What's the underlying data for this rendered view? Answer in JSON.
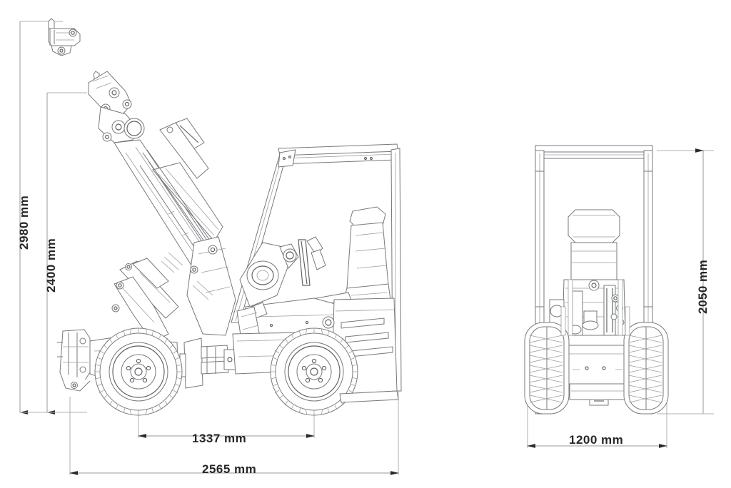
{
  "document": {
    "type": "technical-dimensional-drawing",
    "subject": "Compact articulated wheel loader",
    "views": [
      "side-elevation",
      "front-elevation"
    ],
    "background_color": "#ffffff",
    "line_color": "#77797c",
    "text_color": "#262626"
  },
  "dimensions": {
    "overall_height_max": {
      "value": "2980 mm",
      "number": 2980,
      "unit": "mm",
      "orientation": "vertical",
      "view": "side-elevation",
      "describes": "maximum lift height to attachment coupler pin"
    },
    "height_secondary": {
      "value": "2400 mm",
      "number": 2400,
      "unit": "mm",
      "orientation": "vertical",
      "view": "side-elevation",
      "describes": "height to boom pivot / hinge pin"
    },
    "wheelbase": {
      "value": "1337 mm",
      "number": 1337,
      "unit": "mm",
      "orientation": "horizontal",
      "view": "side-elevation",
      "describes": "wheelbase between front and rear axle centres"
    },
    "overall_length": {
      "value": "2565 mm",
      "number": 2565,
      "unit": "mm",
      "orientation": "horizontal",
      "view": "side-elevation",
      "describes": "overall machine length"
    },
    "overall_width": {
      "value": "1200 mm",
      "number": 1200,
      "unit": "mm",
      "orientation": "horizontal",
      "view": "front-elevation",
      "describes": "overall machine width over tyres"
    },
    "cab_height": {
      "value": "2050 mm",
      "number": 2050,
      "unit": "mm",
      "orientation": "vertical",
      "view": "front-elevation",
      "describes": "overall height to top of ROPS canopy"
    }
  },
  "components": {
    "side_view": [
      {
        "name": "quick-coupler-detail",
        "label": "attachment quick coupler at maximum height"
      },
      {
        "name": "loader-boom",
        "label": "telescopic loader boom raised"
      },
      {
        "name": "lift-cylinder",
        "label": "lift hydraulic cylinder"
      },
      {
        "name": "tilt-cylinder",
        "label": "tilt hydraulic cylinder"
      },
      {
        "name": "rops-canopy",
        "label": "ROPS / FOPS canopy"
      },
      {
        "name": "operator-seat",
        "label": "operator seat"
      },
      {
        "name": "steering-wheel",
        "label": "steering wheel"
      },
      {
        "name": "dashboard",
        "label": "instrument panel"
      },
      {
        "name": "front-wheel",
        "label": "front wheel and tyre"
      },
      {
        "name": "rear-wheel",
        "label": "rear wheel and tyre"
      },
      {
        "name": "articulation-joint",
        "label": "centre articulation joint"
      },
      {
        "name": "engine-cover-vents",
        "label": "engine compartment louvres"
      },
      {
        "name": "attachment-plate",
        "label": "front attachment carrier plate"
      }
    ],
    "front_view": [
      {
        "name": "rops-canopy-front",
        "label": "ROPS canopy frame front"
      },
      {
        "name": "seat-back-front",
        "label": "operator seat back"
      },
      {
        "name": "engine-block",
        "label": "engine and hydraulics"
      },
      {
        "name": "left-tyre",
        "label": "left tyre"
      },
      {
        "name": "right-tyre",
        "label": "right tyre"
      },
      {
        "name": "rear-counterweight",
        "label": "rear counterweight / chassis"
      }
    ]
  }
}
